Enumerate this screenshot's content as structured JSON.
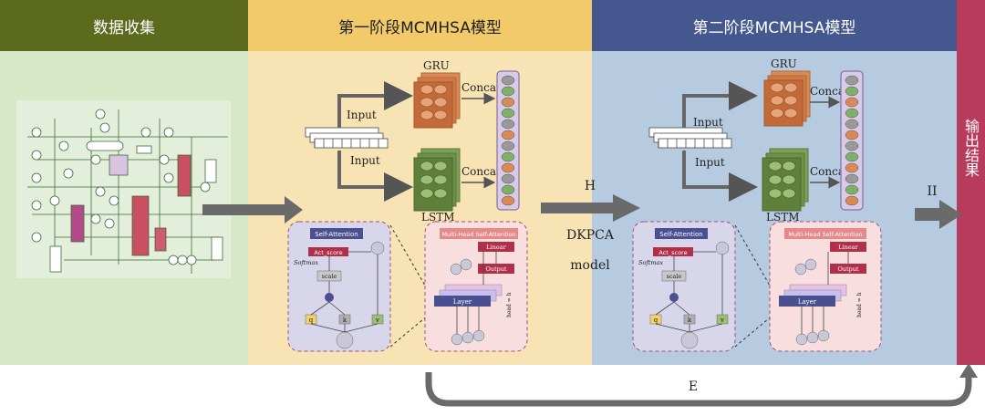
{
  "panels": {
    "collect": "数据收集",
    "stage1": "第一阶段MCMHSA模型",
    "stage2": "第二阶段MCMHSA模型",
    "output": "输出结果"
  },
  "model": {
    "gru": "GRU",
    "lstm": "LSTM",
    "input": "Input",
    "concat": "Concat"
  },
  "attention": {
    "self_attention": "Self-Attention",
    "act_score": "Act_score",
    "softmax": "Softmax",
    "scale": "scale",
    "multi_head": "Multi-Head Self-Attention",
    "linear": "Linear",
    "output": "Output",
    "layer": "Layer",
    "head": "head = h",
    "q": "q",
    "k": "k",
    "v": "v"
  },
  "arrows": {
    "h": "H",
    "dkpca": "DKPCA",
    "model": "model",
    "ii": "II",
    "e": "E"
  },
  "colors": {
    "collect_header": "#5c6a1e",
    "stage1_header": "#f2ca6a",
    "stage2_header": "#44588f",
    "output_bar": "#b83a5c"
  }
}
